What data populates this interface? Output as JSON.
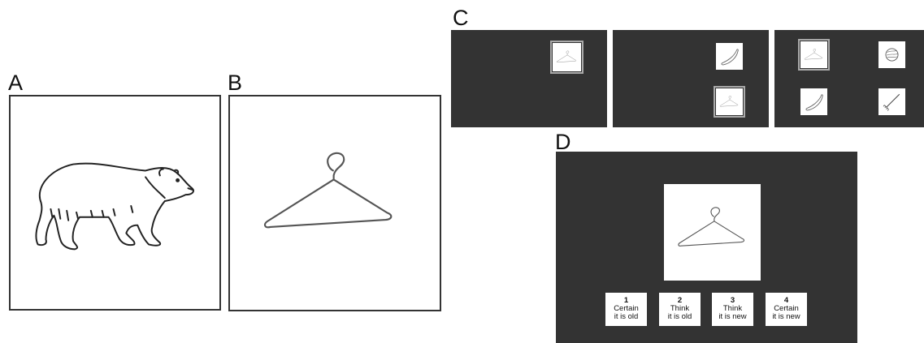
{
  "panels": {
    "a": {
      "letter": "A",
      "picture": "bear-line-drawing"
    },
    "b": {
      "letter": "B",
      "picture": "coat-hanger-line-drawing"
    },
    "c": {
      "letter": "C",
      "screens": [
        {
          "items": [
            "hanger"
          ]
        },
        {
          "items": [
            "banana",
            "hanger"
          ]
        },
        {
          "items": [
            "hanger",
            "yarn-ball",
            "banana",
            "rake"
          ]
        }
      ]
    },
    "d": {
      "letter": "D",
      "picture": "coat-hanger-line-drawing",
      "buttons": [
        {
          "number": "1",
          "line1": "Certain",
          "line2": "it is old"
        },
        {
          "number": "2",
          "line1": "Think",
          "line2": "it is old"
        },
        {
          "number": "3",
          "line1": "Think",
          "line2": "it is new"
        },
        {
          "number": "4",
          "line1": "Certain",
          "line2": "it is new"
        }
      ]
    }
  },
  "colors": {
    "screen": "#333333",
    "frame": "#333333",
    "card": "#ffffff"
  }
}
